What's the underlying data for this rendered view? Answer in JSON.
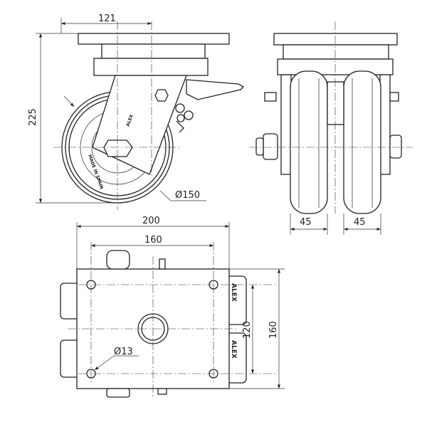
{
  "drawing": {
    "side_view": {
      "height_dim": "225",
      "offset_dim": "121",
      "wheel_diameter": "Ø150",
      "wheel_marking": "MADE IN SPAIN",
      "bracket_logo": "ALEX"
    },
    "front_view": {
      "wheel_width_left": "45",
      "wheel_width_right": "45"
    },
    "top_view": {
      "plate_length": "200",
      "hole_spacing_length": "160",
      "hole_spacing_width": "120",
      "plate_width": "160",
      "hole_diameter": "Ø13",
      "wheel_logo_top": "ALEX",
      "wheel_logo_bottom": "ALEX"
    }
  }
}
